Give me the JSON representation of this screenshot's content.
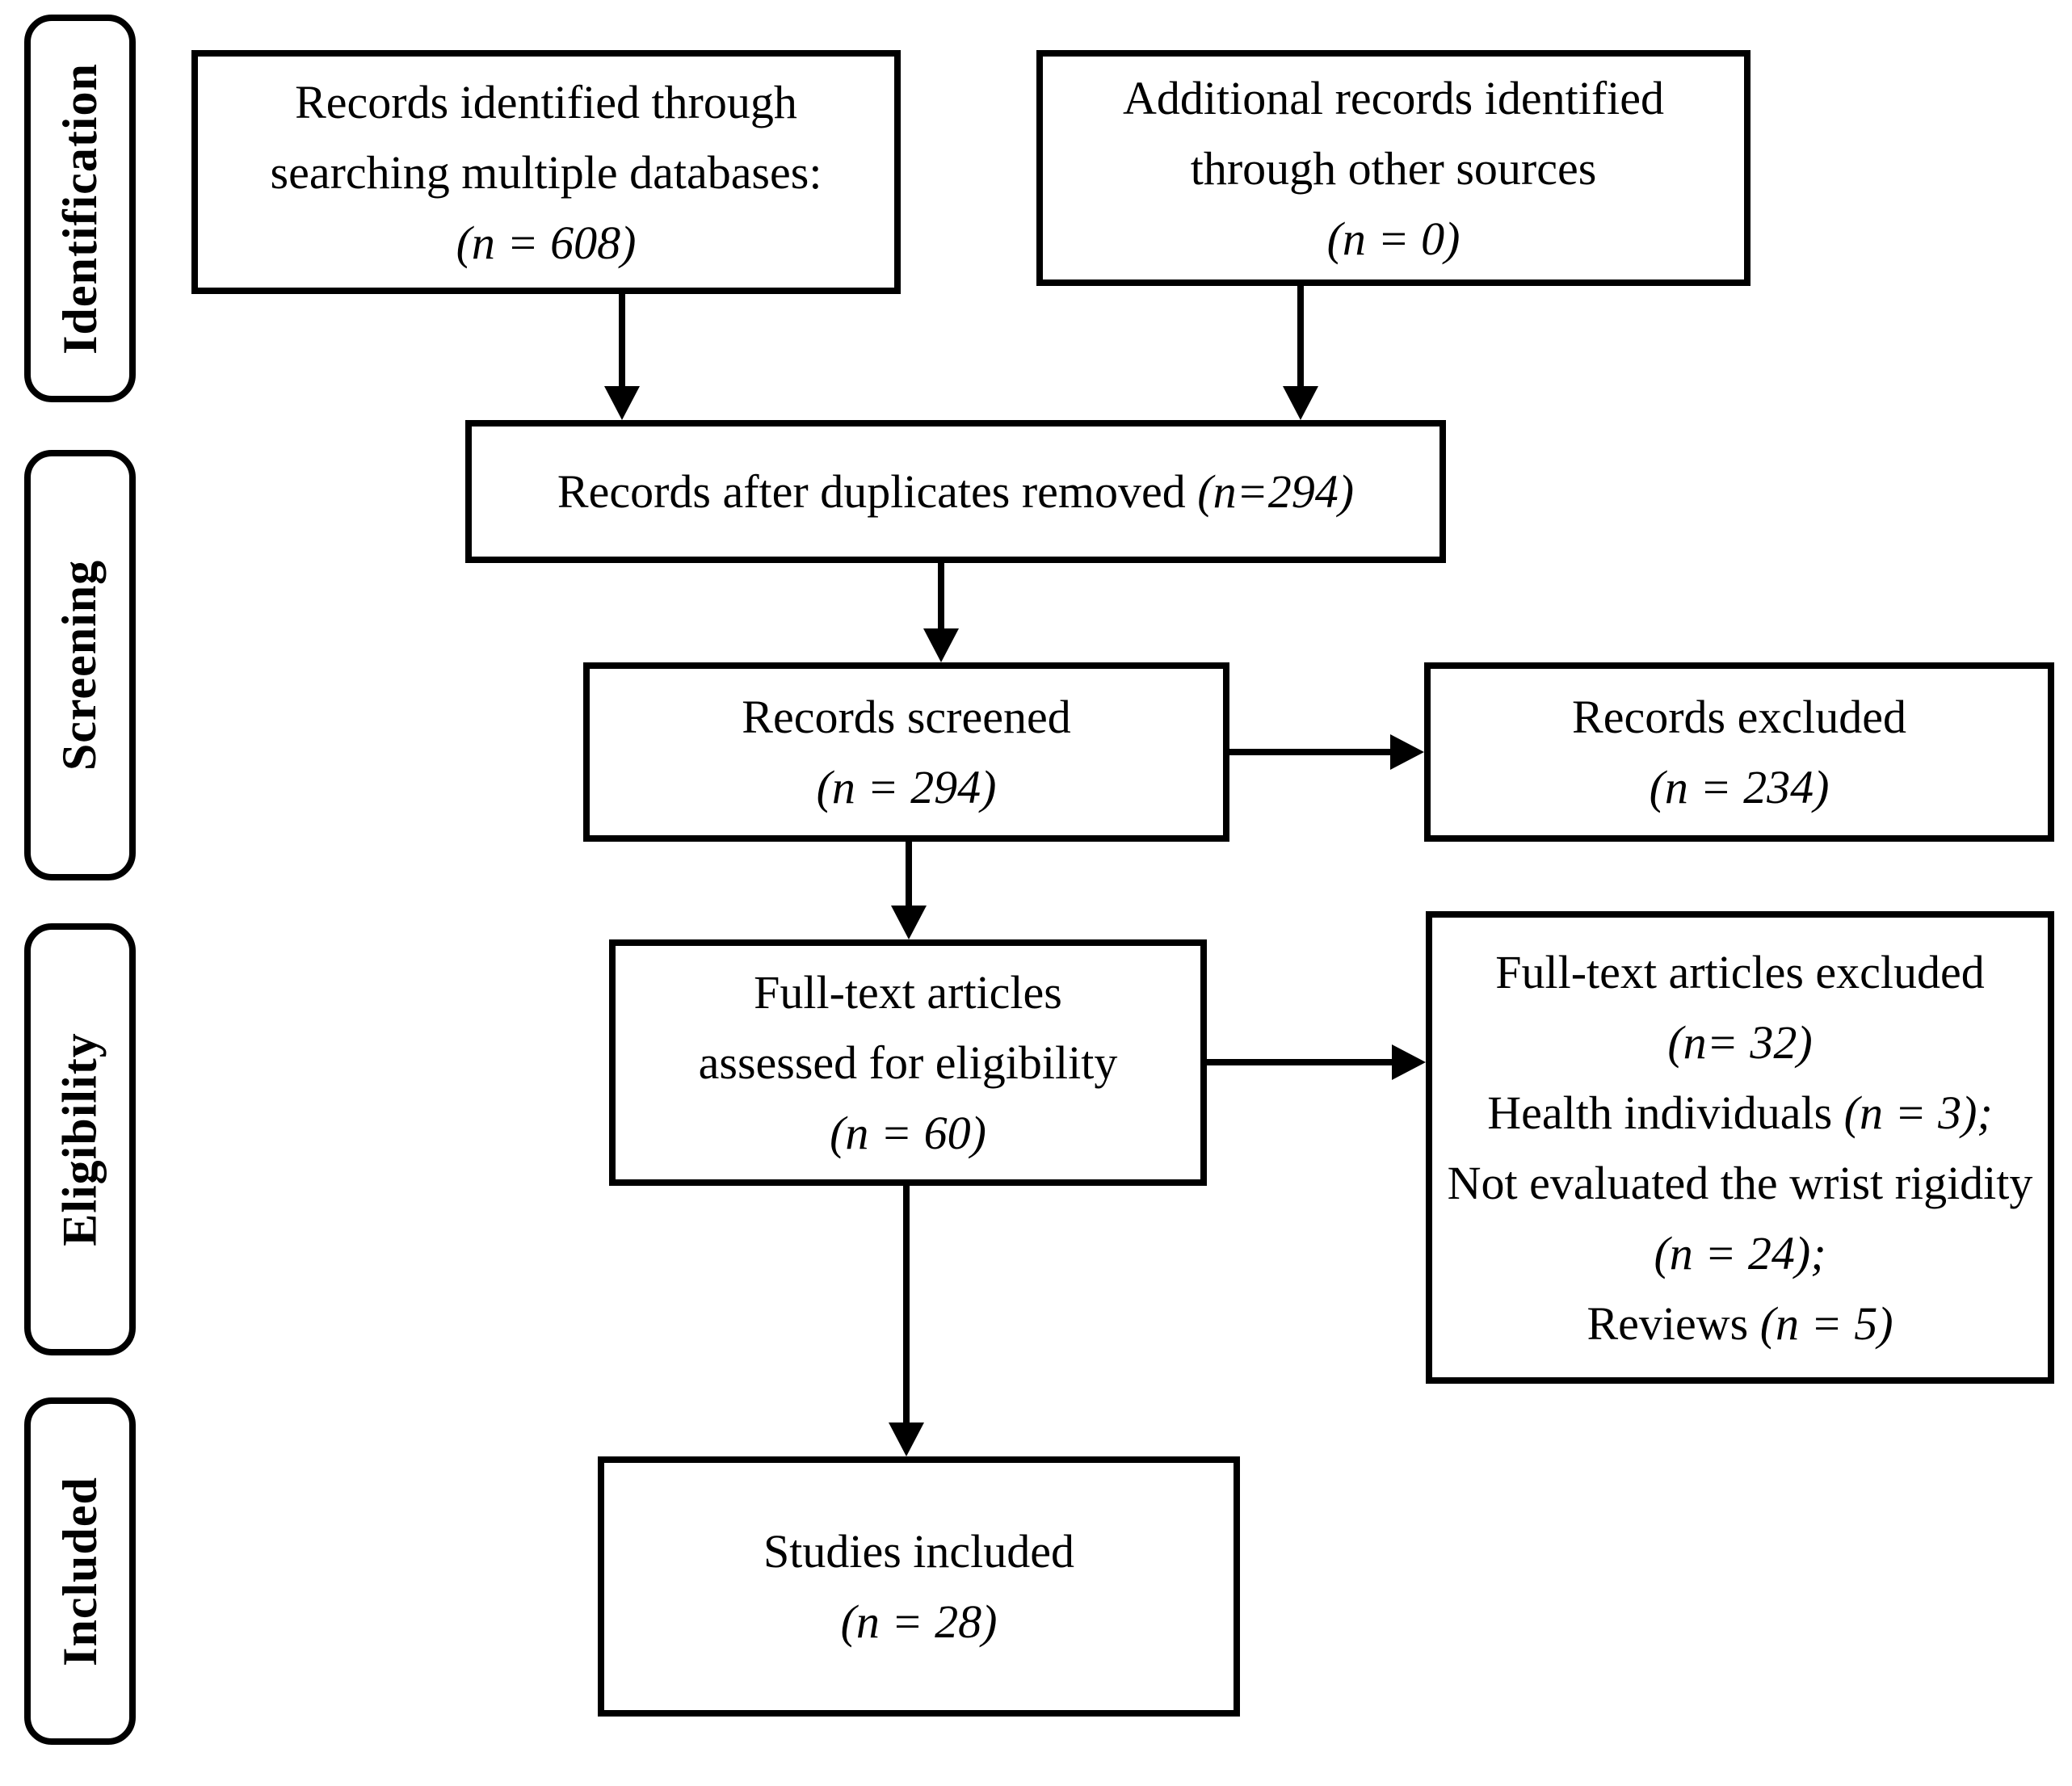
{
  "figure": {
    "background": "#ffffff",
    "line_color": "#000000"
  },
  "sidebar": {
    "stages": [
      {
        "label": "Identification"
      },
      {
        "label": "Screening"
      },
      {
        "label": "Eligibility"
      },
      {
        "label": "Included"
      }
    ]
  },
  "boxes": {
    "identified": {
      "line1": "Records identified through",
      "line2": "searching multiple databases:",
      "count": "(n = 608)"
    },
    "additional": {
      "line1": "Additional records identified",
      "line2": "through other sources",
      "count": "(n = 0)"
    },
    "deduplicated": {
      "text": "Records after duplicates removed ",
      "count": "(n=294)"
    },
    "screened": {
      "line1": "Records screened",
      "count": "(n = 294)"
    },
    "records_excluded": {
      "line1": "Records excluded",
      "count": "(n = 234)"
    },
    "fulltext_assessed": {
      "line1": "Full-text articles",
      "line2": "assessed for eligibility",
      "count": "(n = 60)"
    },
    "fulltext_excluded": {
      "title": "Full-text articles excluded",
      "count": "(n= 32)",
      "reasons": [
        {
          "text": "Health individuals ",
          "count": "(n = 3);"
        },
        {
          "text": "Not evaluated the wrist rigidity ",
          "count": "(n = 24);"
        },
        {
          "text": "Reviews ",
          "count": "(n = 5)"
        }
      ]
    },
    "included_studies": {
      "line1": "Studies included",
      "count": "(n = 28)"
    }
  }
}
